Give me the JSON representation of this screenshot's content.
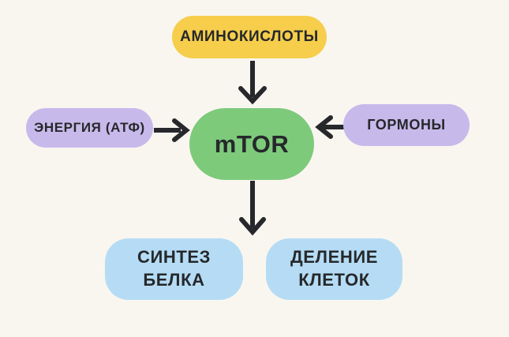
{
  "page": {
    "background": "#F9F6F0"
  },
  "diagram": {
    "description": "mTOR signaling flowchart",
    "text_color": "#26282B",
    "arrow_color": "#26282B",
    "nodes": {
      "amino_acids": {
        "label": "АМИНОКИСЛОТЫ",
        "color": "#F6CE4C",
        "shape": "pill"
      },
      "energy": {
        "label": "ЭНЕРГИЯ (АТФ)",
        "color": "#C8B9EB",
        "shape": "pill"
      },
      "mtor": {
        "label": "mTOR",
        "color": "#7DCA7B",
        "shape": "pill"
      },
      "hormones": {
        "label": "ГОРМОНЫ",
        "color": "#C8B9EB",
        "shape": "pill"
      },
      "protein_synthesis": {
        "label": "СИНТЕЗ БЕЛКА",
        "color": "#B5DCF4",
        "shape": "pill"
      },
      "cell_division": {
        "label": "ДЕЛЕНИЕ КЛЕТОК",
        "color": "#B5DCF4",
        "shape": "pill"
      }
    },
    "edges": [
      {
        "from": "amino_acids",
        "to": "mtor",
        "direction": "down"
      },
      {
        "from": "energy",
        "to": "mtor",
        "direction": "right"
      },
      {
        "from": "hormones",
        "to": "mtor",
        "direction": "left"
      },
      {
        "from": "mtor",
        "to": "protein_synthesis_and_cell_division",
        "direction": "down"
      }
    ]
  }
}
